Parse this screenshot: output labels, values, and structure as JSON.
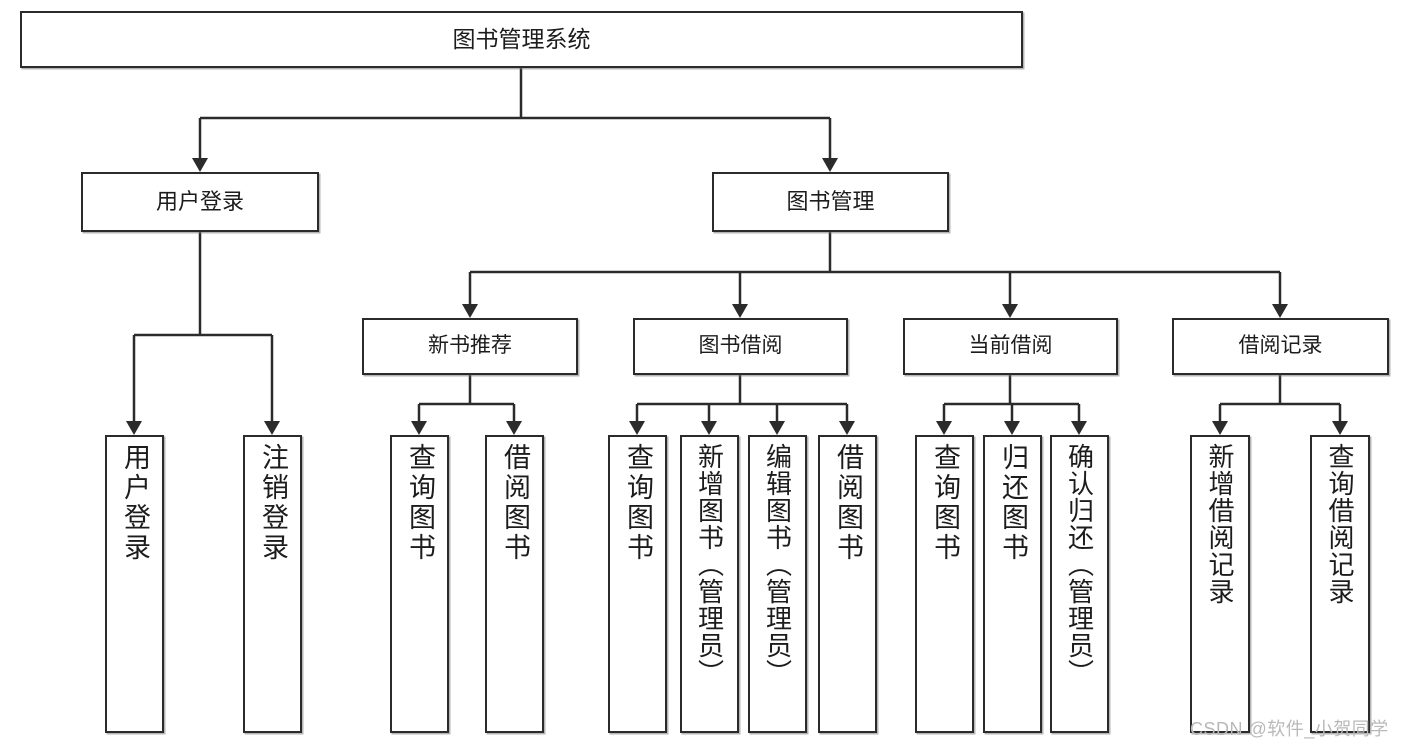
{
  "diagram": {
    "type": "tree",
    "title": "图书管理系统",
    "root": {
      "label": "图书管理系统"
    },
    "level1": [
      {
        "label": "用户登录"
      },
      {
        "label": "图书管理"
      }
    ],
    "level2": [
      {
        "label": "新书推荐"
      },
      {
        "label": "图书借阅"
      },
      {
        "label": "当前借阅"
      },
      {
        "label": "借阅记录"
      }
    ],
    "leaves": {
      "user_login": [
        {
          "label": "用户登录"
        },
        {
          "label": "注销登录"
        }
      ],
      "new_book": [
        {
          "label": "查询图书"
        },
        {
          "label": "借阅图书"
        }
      ],
      "book_borrow": [
        {
          "label": "查询图书"
        },
        {
          "label": "新增图书（管理员）"
        },
        {
          "label": "编辑图书（管理员）"
        },
        {
          "label": "借阅图书"
        }
      ],
      "current_borrow": [
        {
          "label": "查询图书"
        },
        {
          "label": "归还图书"
        },
        {
          "label": "确认归还（管理员）"
        }
      ],
      "borrow_record": [
        {
          "label": "新增借阅记录"
        },
        {
          "label": "查询借阅记录"
        }
      ]
    }
  },
  "watermark": {
    "text": "CSDN @软件_小贺同学"
  },
  "colors": {
    "stroke": "#2b2b2b",
    "fill": "#ffffff",
    "text": "#1c1c1c",
    "watermark": "#b9b9b9"
  }
}
